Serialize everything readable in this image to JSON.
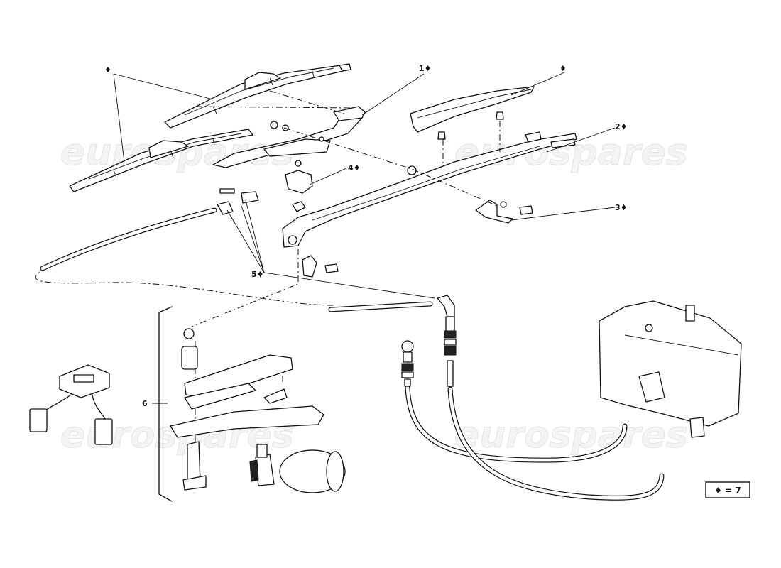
{
  "watermark": "eurospares",
  "callouts": {
    "c1": "1♦",
    "c2": "2♦",
    "c3": "3♦",
    "c4": "4♦",
    "c5": "5♦",
    "c6": "6",
    "blades": "♦",
    "cover": "♦"
  },
  "legend": "♦ = 7"
}
